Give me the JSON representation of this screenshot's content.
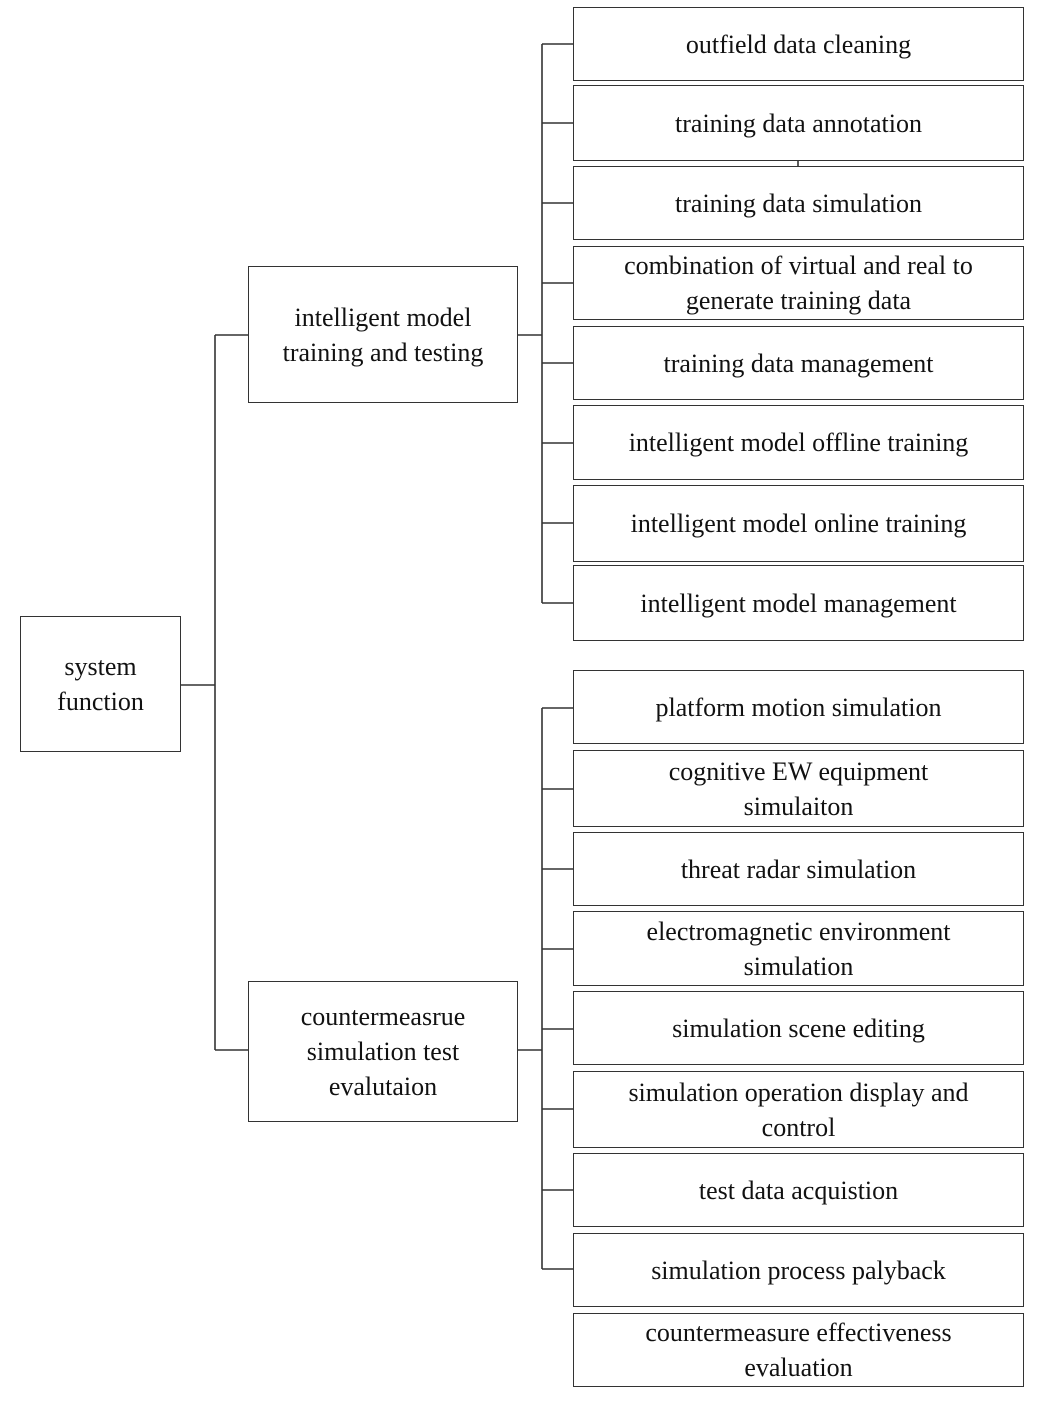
{
  "root": {
    "label": "system\nfunction"
  },
  "branches": [
    {
      "label": "intelligent model\ntraining and testing",
      "children": [
        "outfield data cleaning",
        "training data annotation",
        "training data simulation",
        "combination of virtual and real to\ngenerate training data",
        "training data management",
        "intelligent model offline training",
        "intelligent model online training",
        "intelligent model management"
      ]
    },
    {
      "label": "countermeasrue\nsimulation test\nevalutaion",
      "children": [
        "platform motion simulation",
        "cognitive EW equipment\nsimulaiton",
        "threat radar simulation",
        "electromagnetic environment\nsimulation",
        "simulation scene editing",
        "simulation operation display and\ncontrol",
        "test data acquistion",
        "simulation process palyback",
        "countermeasure effectiveness\nevaluation"
      ]
    }
  ]
}
